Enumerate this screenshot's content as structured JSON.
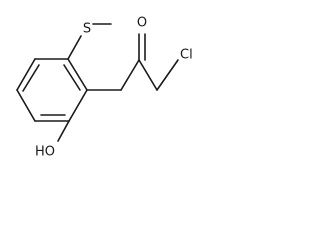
{
  "molecule": {
    "atoms": {
      "sulfur": "S",
      "oxygen_carbonyl": "O",
      "chlorine": "Cl",
      "hydroxyl": "HO"
    }
  }
}
